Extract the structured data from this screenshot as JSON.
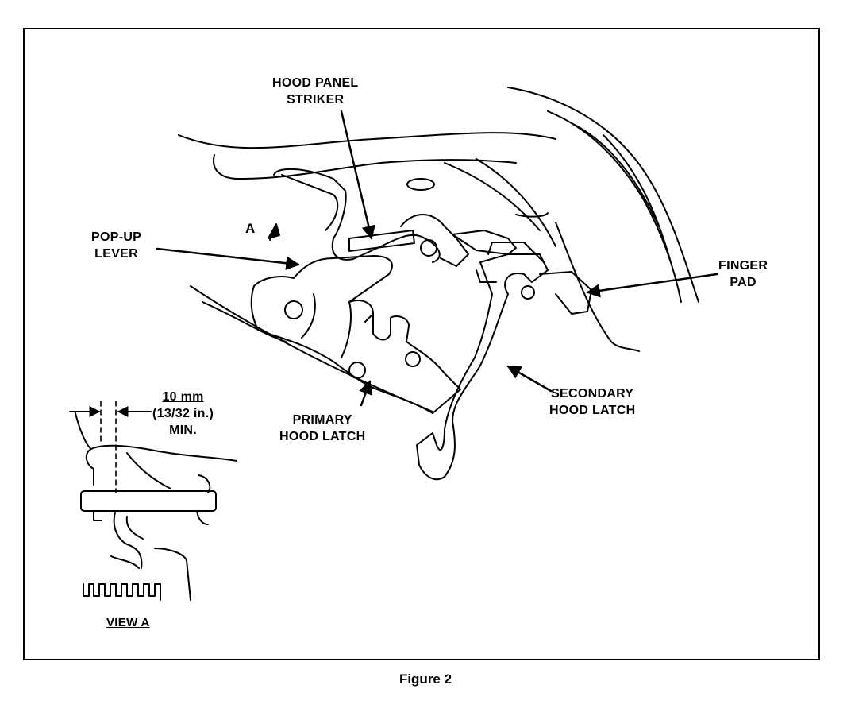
{
  "labels": {
    "striker": [
      "HOOD PANEL",
      "STRIKER"
    ],
    "popup": [
      "POP-UP",
      "LEVER"
    ],
    "view_marker": "A",
    "finger": [
      "FINGER",
      "PAD"
    ],
    "secondary": [
      "SECONDARY",
      "HOOD LATCH"
    ],
    "primary": [
      "PRIMARY",
      "HOOD LATCH"
    ],
    "dimension": {
      "value": "10 mm",
      "imperial": "(13/32 in.)",
      "qualifier": "MIN."
    },
    "view": "VIEW A"
  },
  "caption": "Figure 2"
}
